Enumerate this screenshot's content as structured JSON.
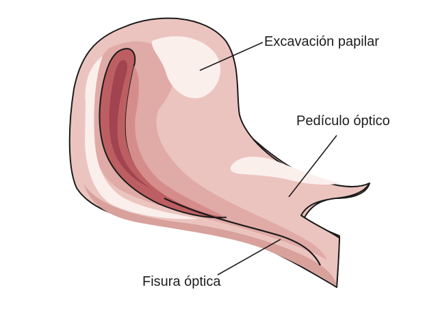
{
  "labels": {
    "excavacion": "Excavación papilar",
    "pediculo": "Pedículo óptico",
    "fisura": "Fisura óptica"
  },
  "colors": {
    "outline": "#1a1a1a",
    "outer_tissue": "#ecc4bf",
    "mid_tissue": "#e0aaa6",
    "shadow_tissue": "#d8a19c",
    "highlight": "#fbefec",
    "cup_light": "#d58d8b",
    "cup_mid": "#bd5f62",
    "cup_dark": "#a14450"
  }
}
